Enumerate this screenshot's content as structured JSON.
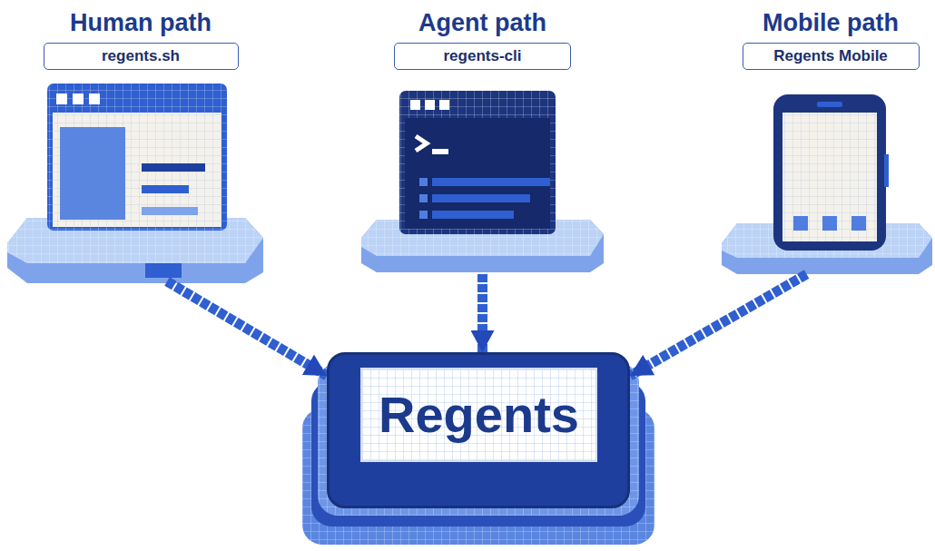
{
  "diagram": {
    "nodes": [
      {
        "text": [
          "Human path",
          "regents.sh"
        ]
      },
      {
        "text": [
          "Agent path",
          "regents-cli"
        ]
      },
      {
        "text": [
          "Mobile path",
          "Regents Mobile"
        ]
      },
      {
        "text": [
          "Regents"
        ]
      }
    ],
    "edges": [
      {
        "from": 0,
        "to": 3,
        "arrow": "to"
      },
      {
        "from": 1,
        "to": 3,
        "arrow": "to"
      },
      {
        "from": 2,
        "to": 3,
        "arrow": "to"
      }
    ]
  }
}
